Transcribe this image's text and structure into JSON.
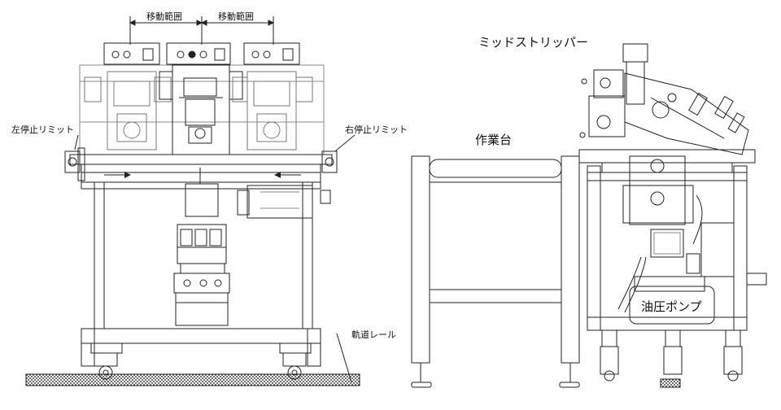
{
  "labels": {
    "move_range_left": "移動範囲",
    "move_range_right": "移動範囲",
    "left_limit": "左停止リミット",
    "right_limit": "右停止リミット",
    "rail": "軌道レール",
    "mid_stripper": "ミッドストリッパー",
    "workbench": "作業台",
    "hydraulic_pump": "油圧ポンプ"
  },
  "colors": {
    "line": "#222222",
    "light_line": "#888888",
    "background": "#ffffff",
    "ground_dots": "#111111"
  }
}
